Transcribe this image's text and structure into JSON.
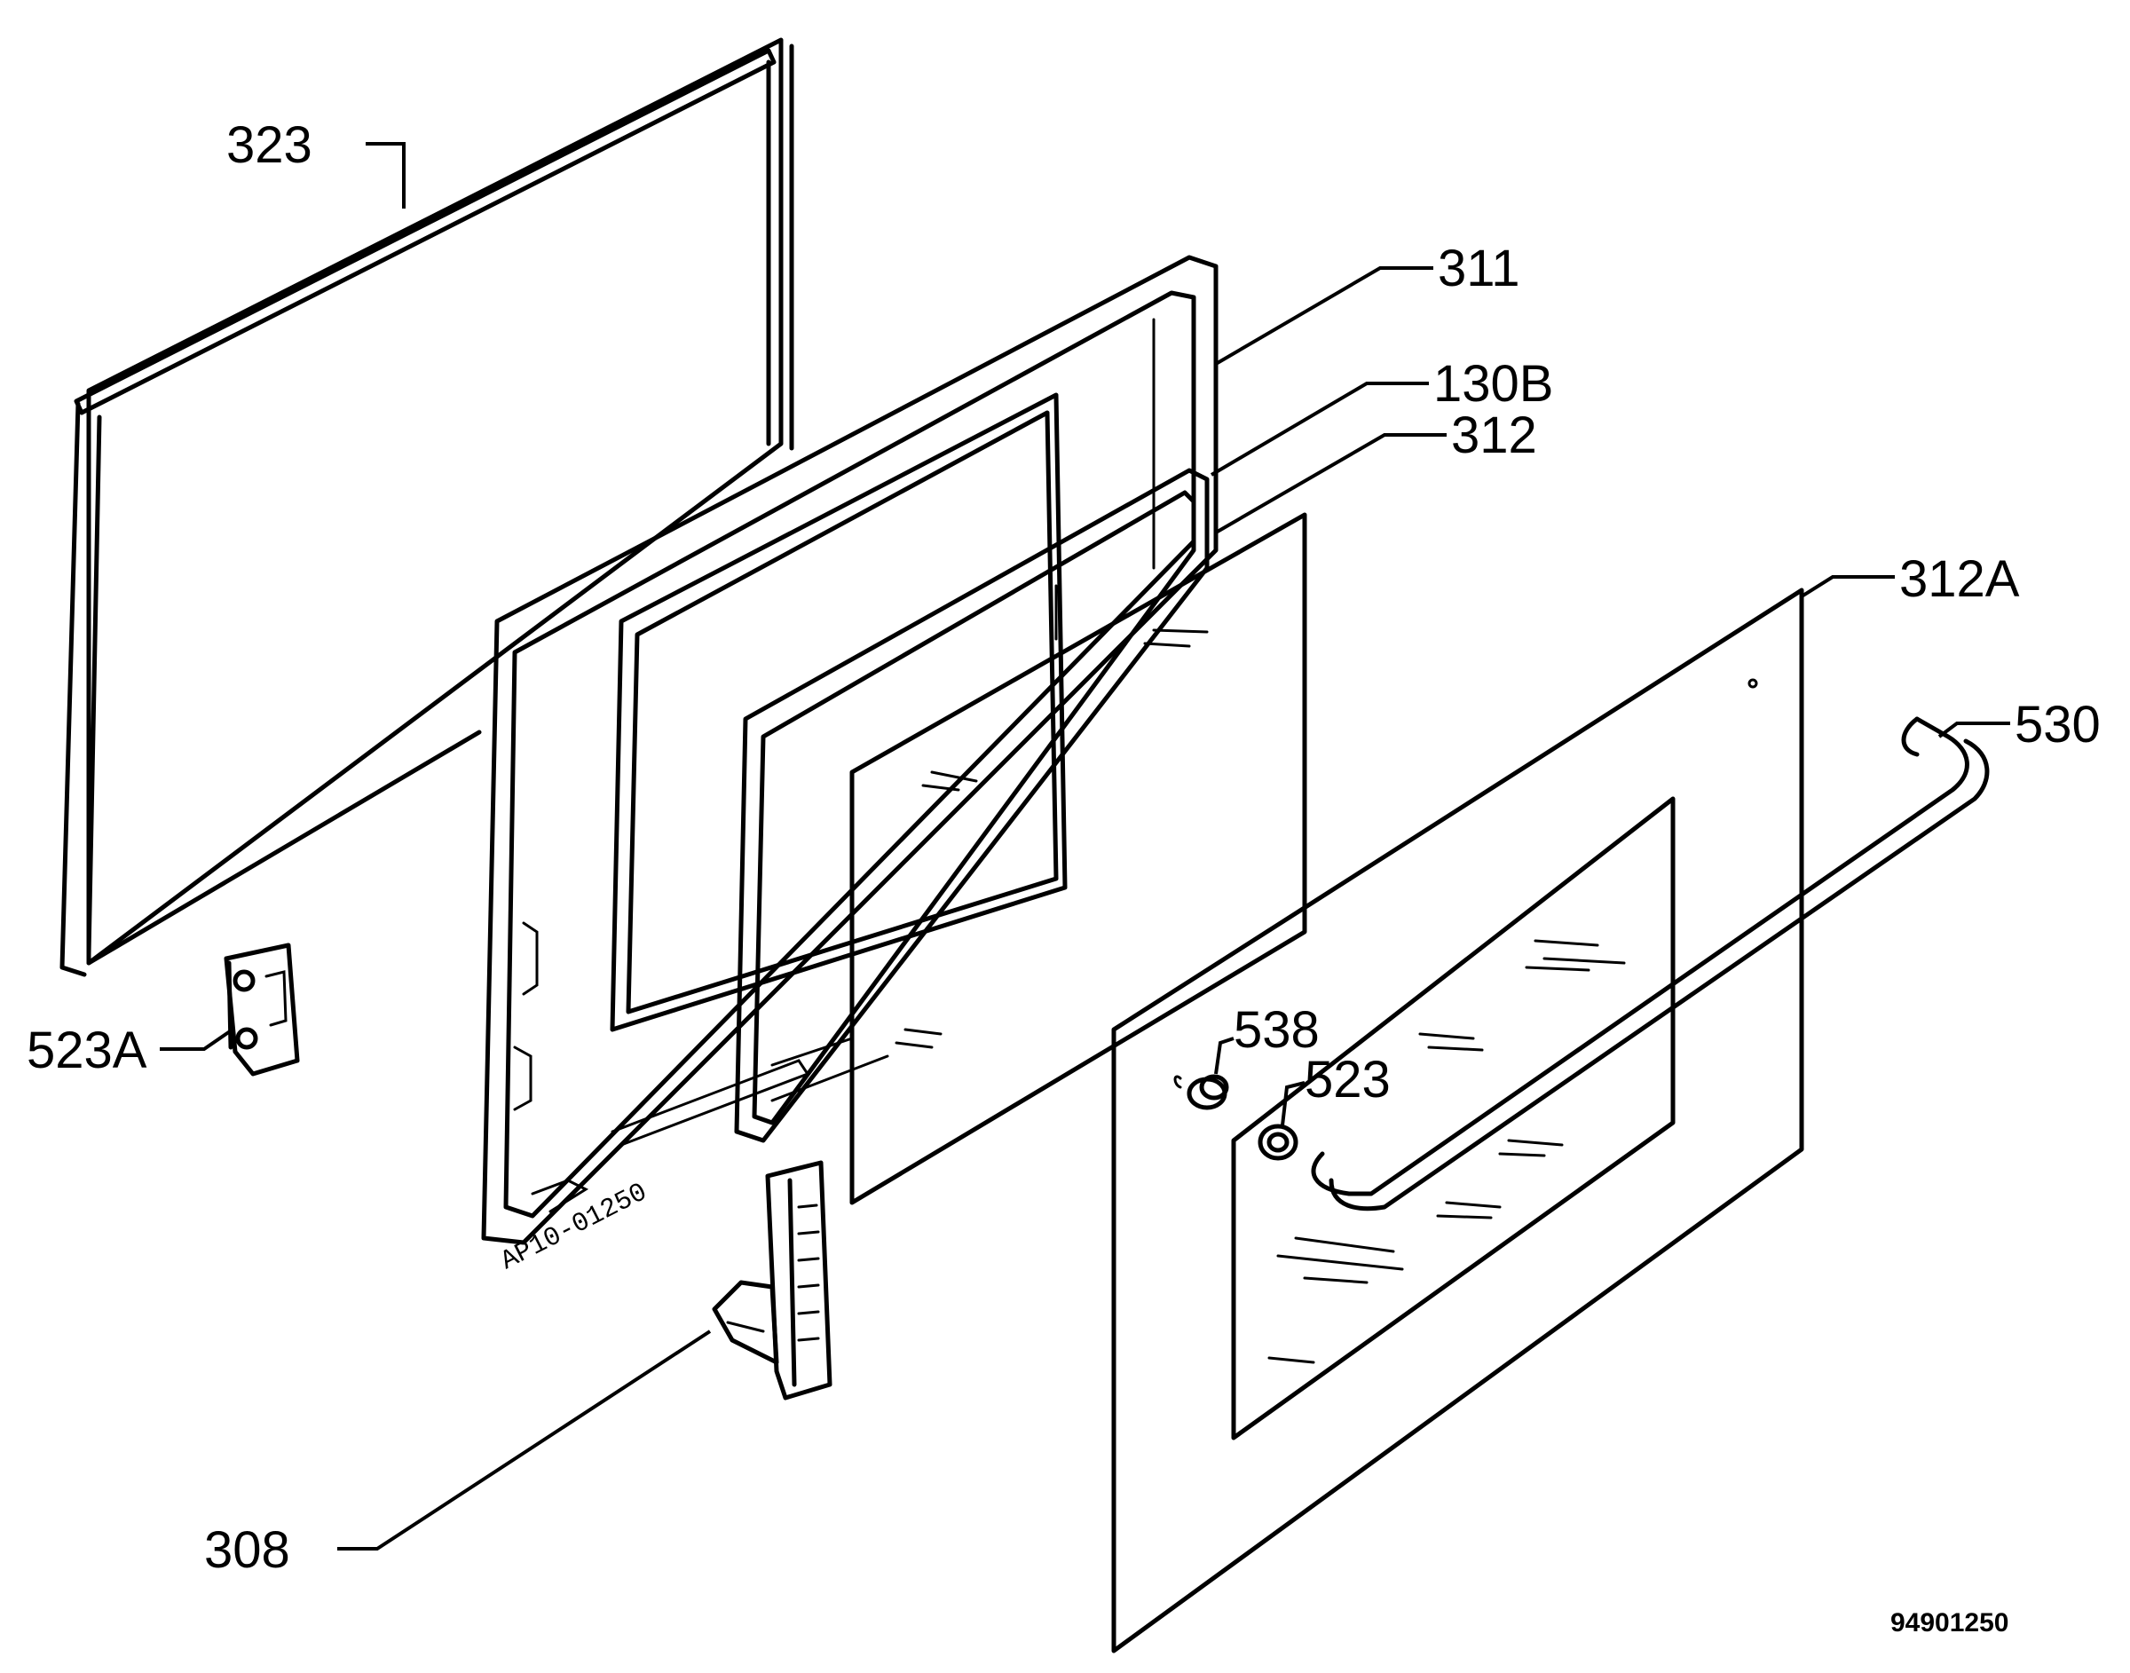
{
  "labels": {
    "p323": "323",
    "p311": "311",
    "p130b": "130B",
    "p312": "312",
    "p312a": "312A",
    "p530": "530",
    "p538": "538",
    "p523": "523",
    "p523a": "523A",
    "p308": "308"
  },
  "frame_stamp": "AP10-01250",
  "drawing_number": "94901250"
}
